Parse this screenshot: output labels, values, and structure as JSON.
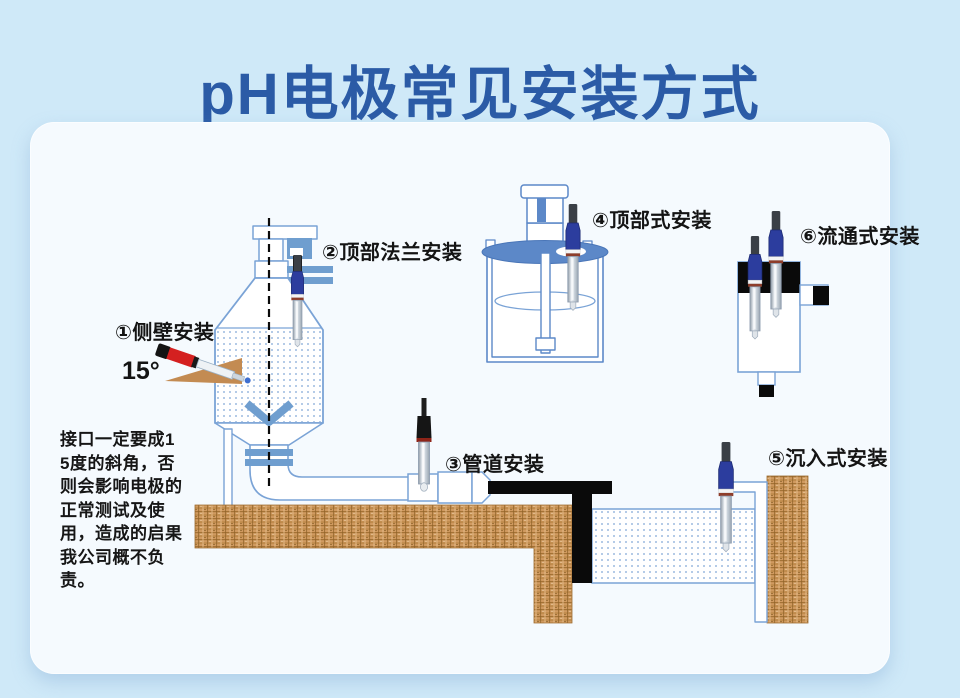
{
  "page": {
    "title": "pH电极常见安装方式",
    "background_color": "#cfe9f8",
    "card_color": "#f5fafe",
    "title_color": "#2b5ba6"
  },
  "labels": {
    "method1": "①侧壁安装",
    "method2": "②顶部法兰安装",
    "method3": "③管道安装",
    "method4": "④顶部式安装",
    "method5": "⑤沉入式安装",
    "method6": "⑥流通式安装",
    "angle": "15°",
    "warning": "接口一定要成15度的斜角，否则会影响电极的正常测试及使用，造成的启果我公司概不负责。"
  },
  "diagram": {
    "icons": [
      "side-wall-electrode-icon",
      "top-flange-tank-icon",
      "pipeline-electrode-icon",
      "top-mount-vessel-icon",
      "submerged-electrode-icon",
      "flow-cell-icon"
    ],
    "colors": {
      "outline_blue": "#7aa3d6",
      "fitting_blue": "#6f9ecf",
      "lid_blue": "#5c88c8",
      "electrode_blue": "#2c3d9e",
      "electrode_red": "#d42020",
      "ring_red": "#8e3d2a",
      "ground_tan": "#d09a60",
      "wedge_tan": "#c38b52",
      "pipe_black": "#0a0a0a"
    }
  }
}
